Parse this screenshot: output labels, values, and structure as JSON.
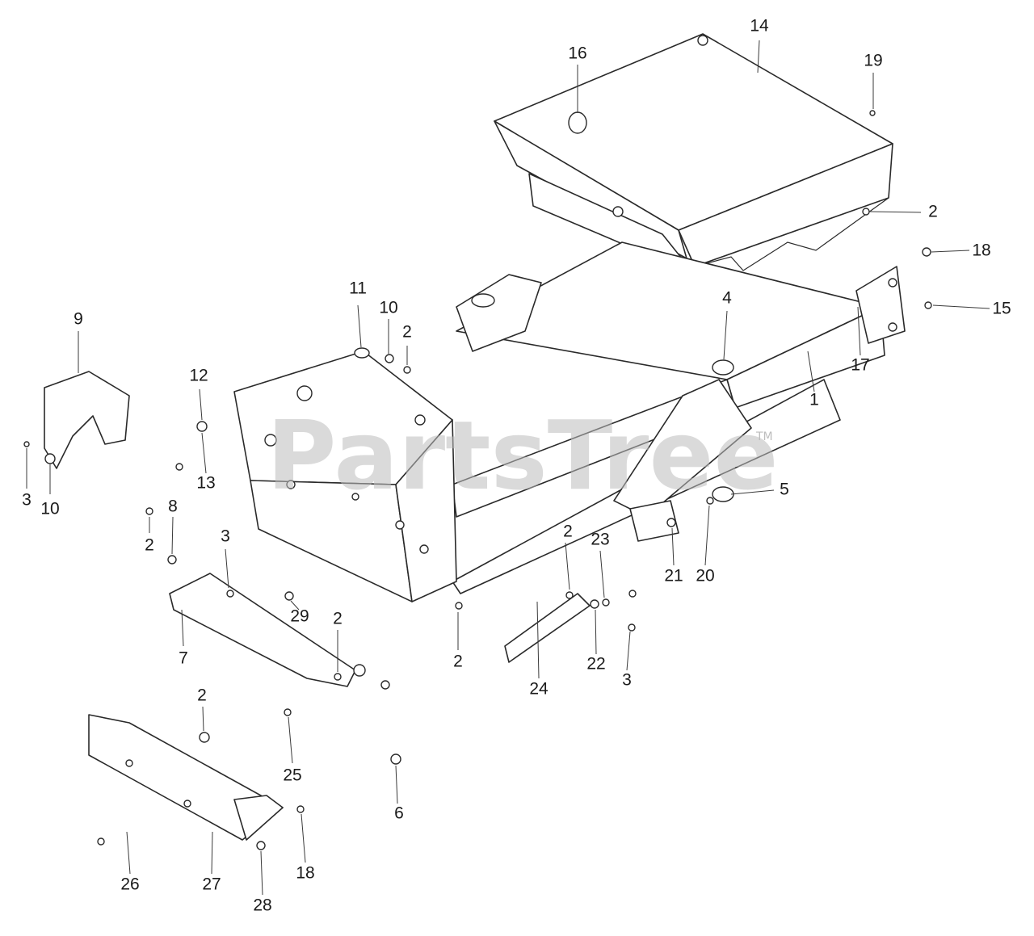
{
  "watermark": {
    "brand": "PartsTree",
    "trademark": "TM"
  },
  "callouts": [
    "1",
    "2",
    "3",
    "4",
    "5",
    "6",
    "7",
    "8",
    "9",
    "10",
    "11",
    "12",
    "13",
    "14",
    "15",
    "16",
    "17",
    "18",
    "19",
    "20",
    "21",
    "22",
    "23",
    "24",
    "25",
    "26",
    "27",
    "28",
    "29"
  ],
  "colors": {
    "line": "#2a2a2a",
    "watermark": "#bdbdbd",
    "background": "#ffffff"
  }
}
